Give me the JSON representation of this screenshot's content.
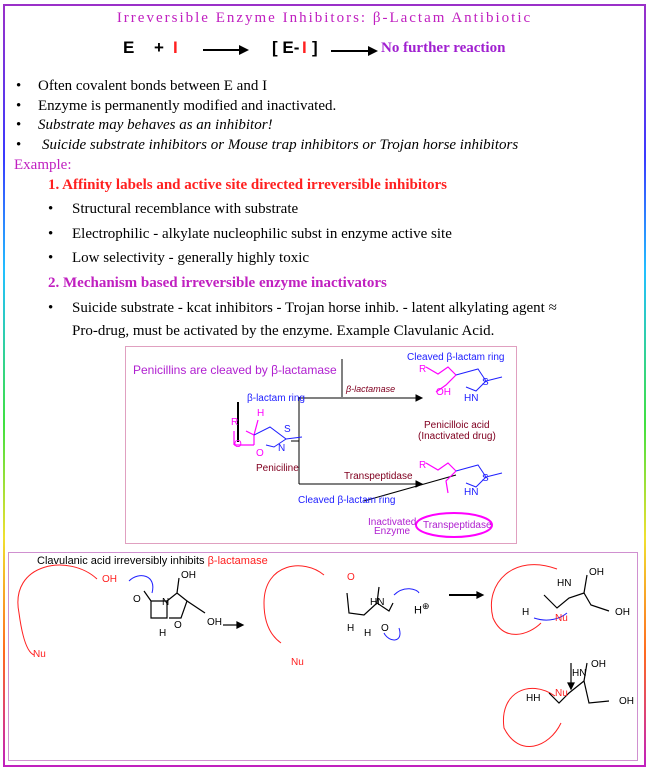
{
  "title": "Irreversible Enzyme Inhibitors: β-Lactam Antibiotic",
  "equation": {
    "e": "E",
    "plus": "+",
    "i": "I",
    "complex_open": "[ E-",
    "complex_i": "I",
    "complex_close": "]",
    "result": "No further reaction"
  },
  "bullets": [
    {
      "text": "Often covalent bonds between E and I",
      "italic": false
    },
    {
      "text": "Enzyme is permanently modified and inactivated.",
      "italic": false
    },
    {
      "text": "Substrate may behaves as an inhibitor!",
      "italic": true
    },
    {
      "text": "Suicide substrate inhibitors or Mouse trap inhibitors or Trojan horse inhibitors",
      "italic": true
    }
  ],
  "example_label": "Example:",
  "sections": [
    {
      "heading": "1.   Affinity labels and active site directed irreversible inhibitors",
      "color": "#ff2020",
      "items": [
        "Structural recemblance with substrate",
        "Electrophilic - alkylate nucleophilic subst in enzyme active site",
        "Low selectivity - generally highly toxic"
      ]
    },
    {
      "heading": "2.   Mechanism based irreversible enzyme inactivators",
      "color": "#c020c0",
      "items": [
        "Suicide substrate - kcat inhibitors - Trojan horse inhib. - latent alkylating agent  ≈",
        "Pro-drug, must be activated by the enzyme. Example Clavulanic Acid."
      ]
    }
  ],
  "penicillin_box": {
    "title": "Penicillins are cleaved by β-lactamase",
    "beta_lactam_ring": "β-lactam ring",
    "cleaved_ring_top": "Cleaved β-lactam ring",
    "cleaved_ring_bottom": "Cleaved β-lactam ring",
    "beta_lactamase": "β-lactamase",
    "transpeptidase_arrow": "Transpeptidase",
    "peniciline": "Peniciline",
    "penicilloic_acid": "Penicilloic acid",
    "inactivated_drug": "(Inactivated drug)",
    "inactivated_enzyme_1": "Inactivated",
    "inactivated_enzyme_2": "Enzyme",
    "transpeptidase_enzyme": "Transpeptidase",
    "atoms": {
      "r": "R",
      "h": "H",
      "o": "O",
      "n": "N",
      "s": "S",
      "hn": "HN",
      "oh": "OH"
    }
  },
  "clavulanic_box": {
    "title": "Clavulanic acid irreversibly inhibits ",
    "title_red": "β-lactamase",
    "atoms": {
      "oh": "OH",
      "nu": "Nu",
      "o": "O",
      "n": "N",
      "h": "H",
      "hn": "HN",
      "hh": "HH",
      "hplus": "H",
      "lone_pair": "⁚",
      "plus_circle": "⊕"
    }
  }
}
